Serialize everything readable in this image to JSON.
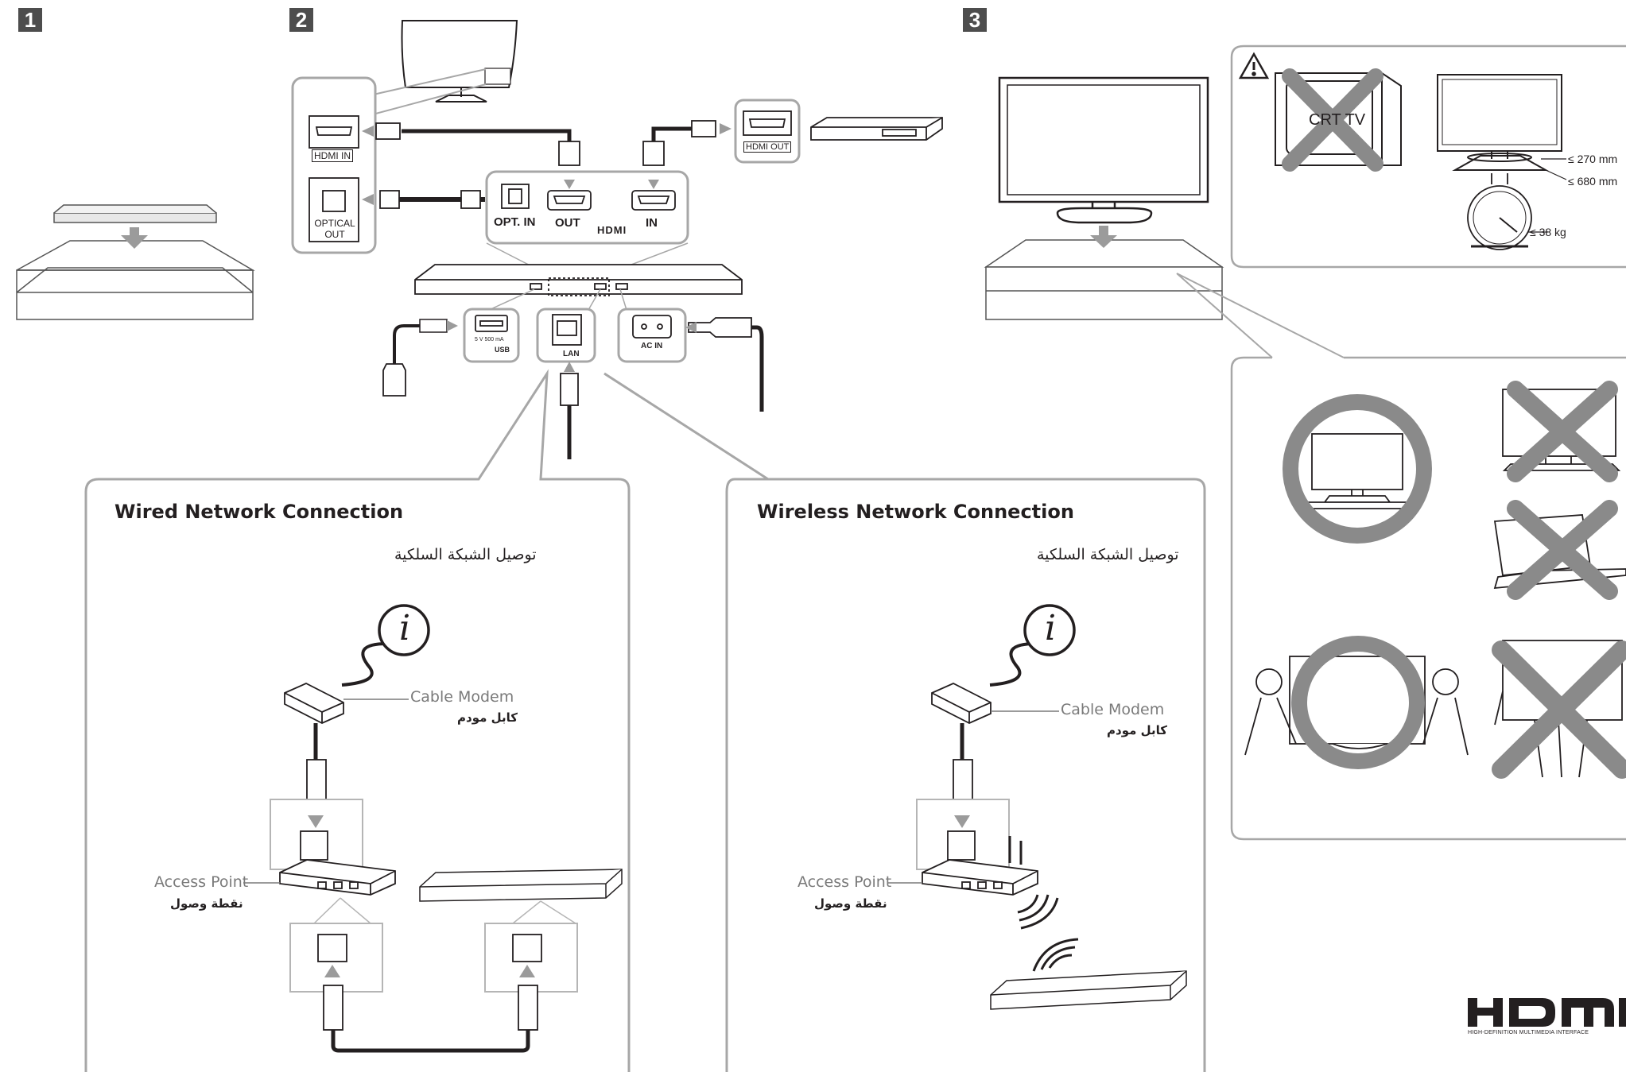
{
  "steps": [
    "1",
    "2",
    "3"
  ],
  "connections": {
    "hdmi_in": "HDMI IN",
    "optical_out": "OPTICAL OUT",
    "opt_in": "OPT. IN",
    "out": "OUT",
    "hdmi_logo_small": "HDMI",
    "in": "IN",
    "hdmi_out": "HDMI OUT",
    "usb_spec": "5 V 500 mA",
    "usb": "USB",
    "lan": "LAN",
    "ac_in": "AC IN"
  },
  "wired": {
    "title": "Wired Network Connection",
    "arabic_title": "توصيل الشبكة السلكية",
    "info_icon": "i",
    "modem_label": "Cable Modem",
    "modem_label_ar": "كابل مودم",
    "ap_label": "Access Point",
    "ap_label_ar": "نقطة وصول"
  },
  "wireless": {
    "title": "Wireless Network Connection",
    "arabic_title": "توصيل الشبكة السلكية",
    "info_icon": "i",
    "modem_label": "Cable Modem",
    "modem_label_ar": "كابل مودم",
    "ap_label": "Access Point",
    "ap_label_ar": "نقطة وصول"
  },
  "mounting": {
    "crt_label": "CRT TV",
    "dim_width": "≤ 270 mm",
    "dim_depth": "≤ 680 mm",
    "weight": "≤ 38 kg"
  },
  "hdmi_logo": {
    "wordmark": "HDMI",
    "tagline": "HIGH-DEFINITION MULTIMEDIA INTERFACE"
  },
  "colors": {
    "line": "#231f20",
    "gray": "#7a7a7a",
    "light_gray": "#b5b5b5",
    "badge": "#4d4d4d"
  }
}
